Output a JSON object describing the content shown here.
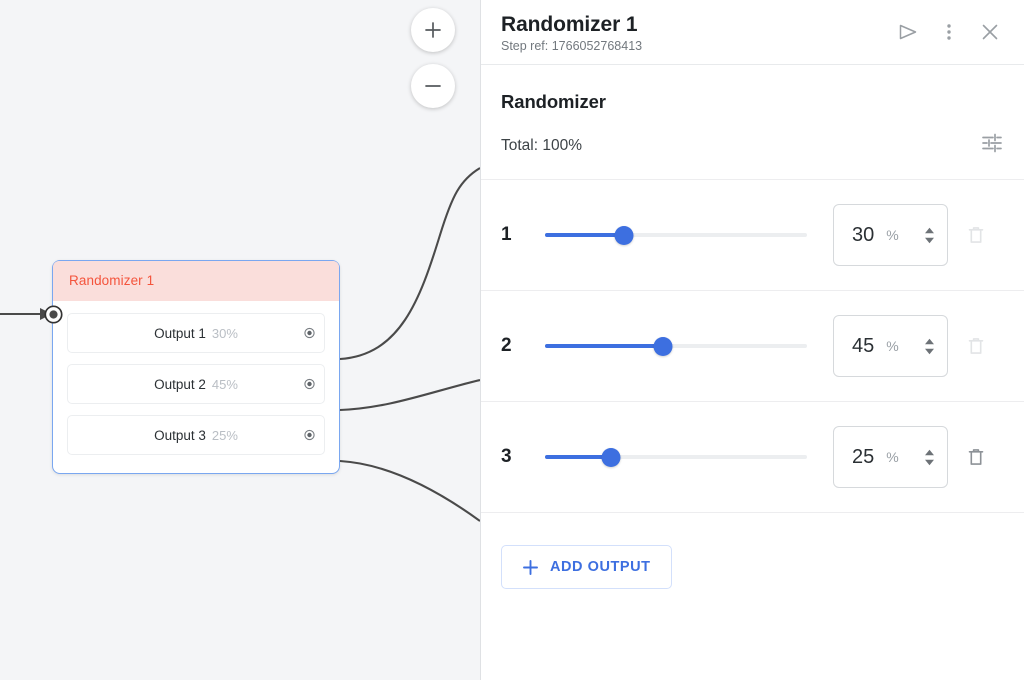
{
  "canvas": {
    "zoom_in_label": "+",
    "zoom_out_label": "−",
    "zoom_in_icon": "plus-icon",
    "zoom_out_icon": "minus-icon",
    "node": {
      "title": "Randomizer 1",
      "input_port_icon": "input-port-icon",
      "outputs": [
        {
          "label": "Output 1",
          "percent": "30%",
          "port_icon": "output-port-icon"
        },
        {
          "label": "Output 2",
          "percent": "45%",
          "port_icon": "output-port-icon"
        },
        {
          "label": "Output 3",
          "percent": "25%",
          "port_icon": "output-port-icon"
        }
      ]
    },
    "colors": {
      "background": "#f4f5f7",
      "node_header_bg": "#fadedb",
      "node_title_text": "#f4543c",
      "node_border": "#7aa7f0",
      "edge": "#4a4a4a"
    }
  },
  "panel": {
    "header": {
      "title": "Randomizer 1",
      "subtitle": "Step ref: 1766052768413",
      "run_icon": "send-icon",
      "menu_icon": "more-vertical-icon",
      "close_icon": "close-icon"
    },
    "section_title": "Randomizer",
    "total_label": "Total: 100%",
    "tune_icon": "tune-icon",
    "unit": "%",
    "spinner_up_icon": "caret-up-icon",
    "spinner_down_icon": "caret-down-icon",
    "delete_icon": "trash-icon",
    "rows": [
      {
        "index": "1",
        "value": "30",
        "fill_percent": 30,
        "delete_enabled": false
      },
      {
        "index": "2",
        "value": "45",
        "fill_percent": 45,
        "delete_enabled": false
      },
      {
        "index": "3",
        "value": "25",
        "fill_percent": 25,
        "delete_enabled": true
      }
    ],
    "add_button": {
      "label": "ADD OUTPUT",
      "icon": "plus-icon"
    },
    "colors": {
      "accent": "#3d6fe0",
      "track": "#eceef0",
      "text": "#1d2125",
      "muted": "#9aa0a6"
    }
  }
}
